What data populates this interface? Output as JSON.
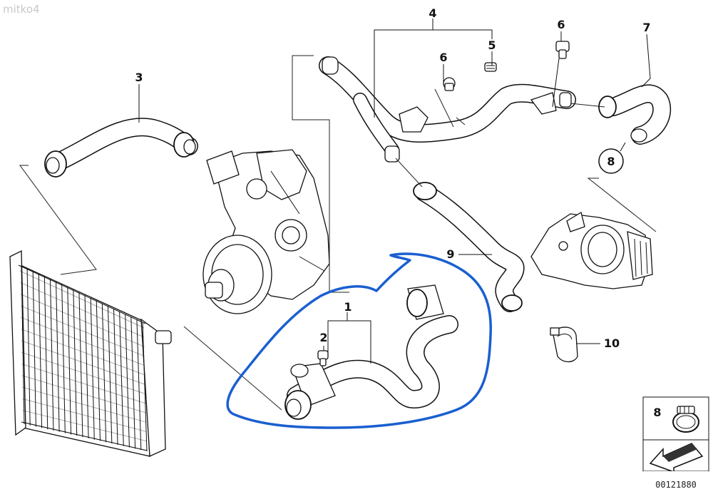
{
  "watermark": "mitko4",
  "diagram_code": "00121880",
  "callouts": {
    "c1": "1",
    "c2": "2",
    "c3": "3",
    "c4": "4",
    "c5": "5",
    "c6a": "6",
    "c6b": "6",
    "c7": "7",
    "c8": "8",
    "c9": "9",
    "c10": "10",
    "legend8": "8"
  },
  "colors": {
    "highlight": "#1a5fd0",
    "line": "#111111",
    "watermark": "#c9c9c9"
  }
}
